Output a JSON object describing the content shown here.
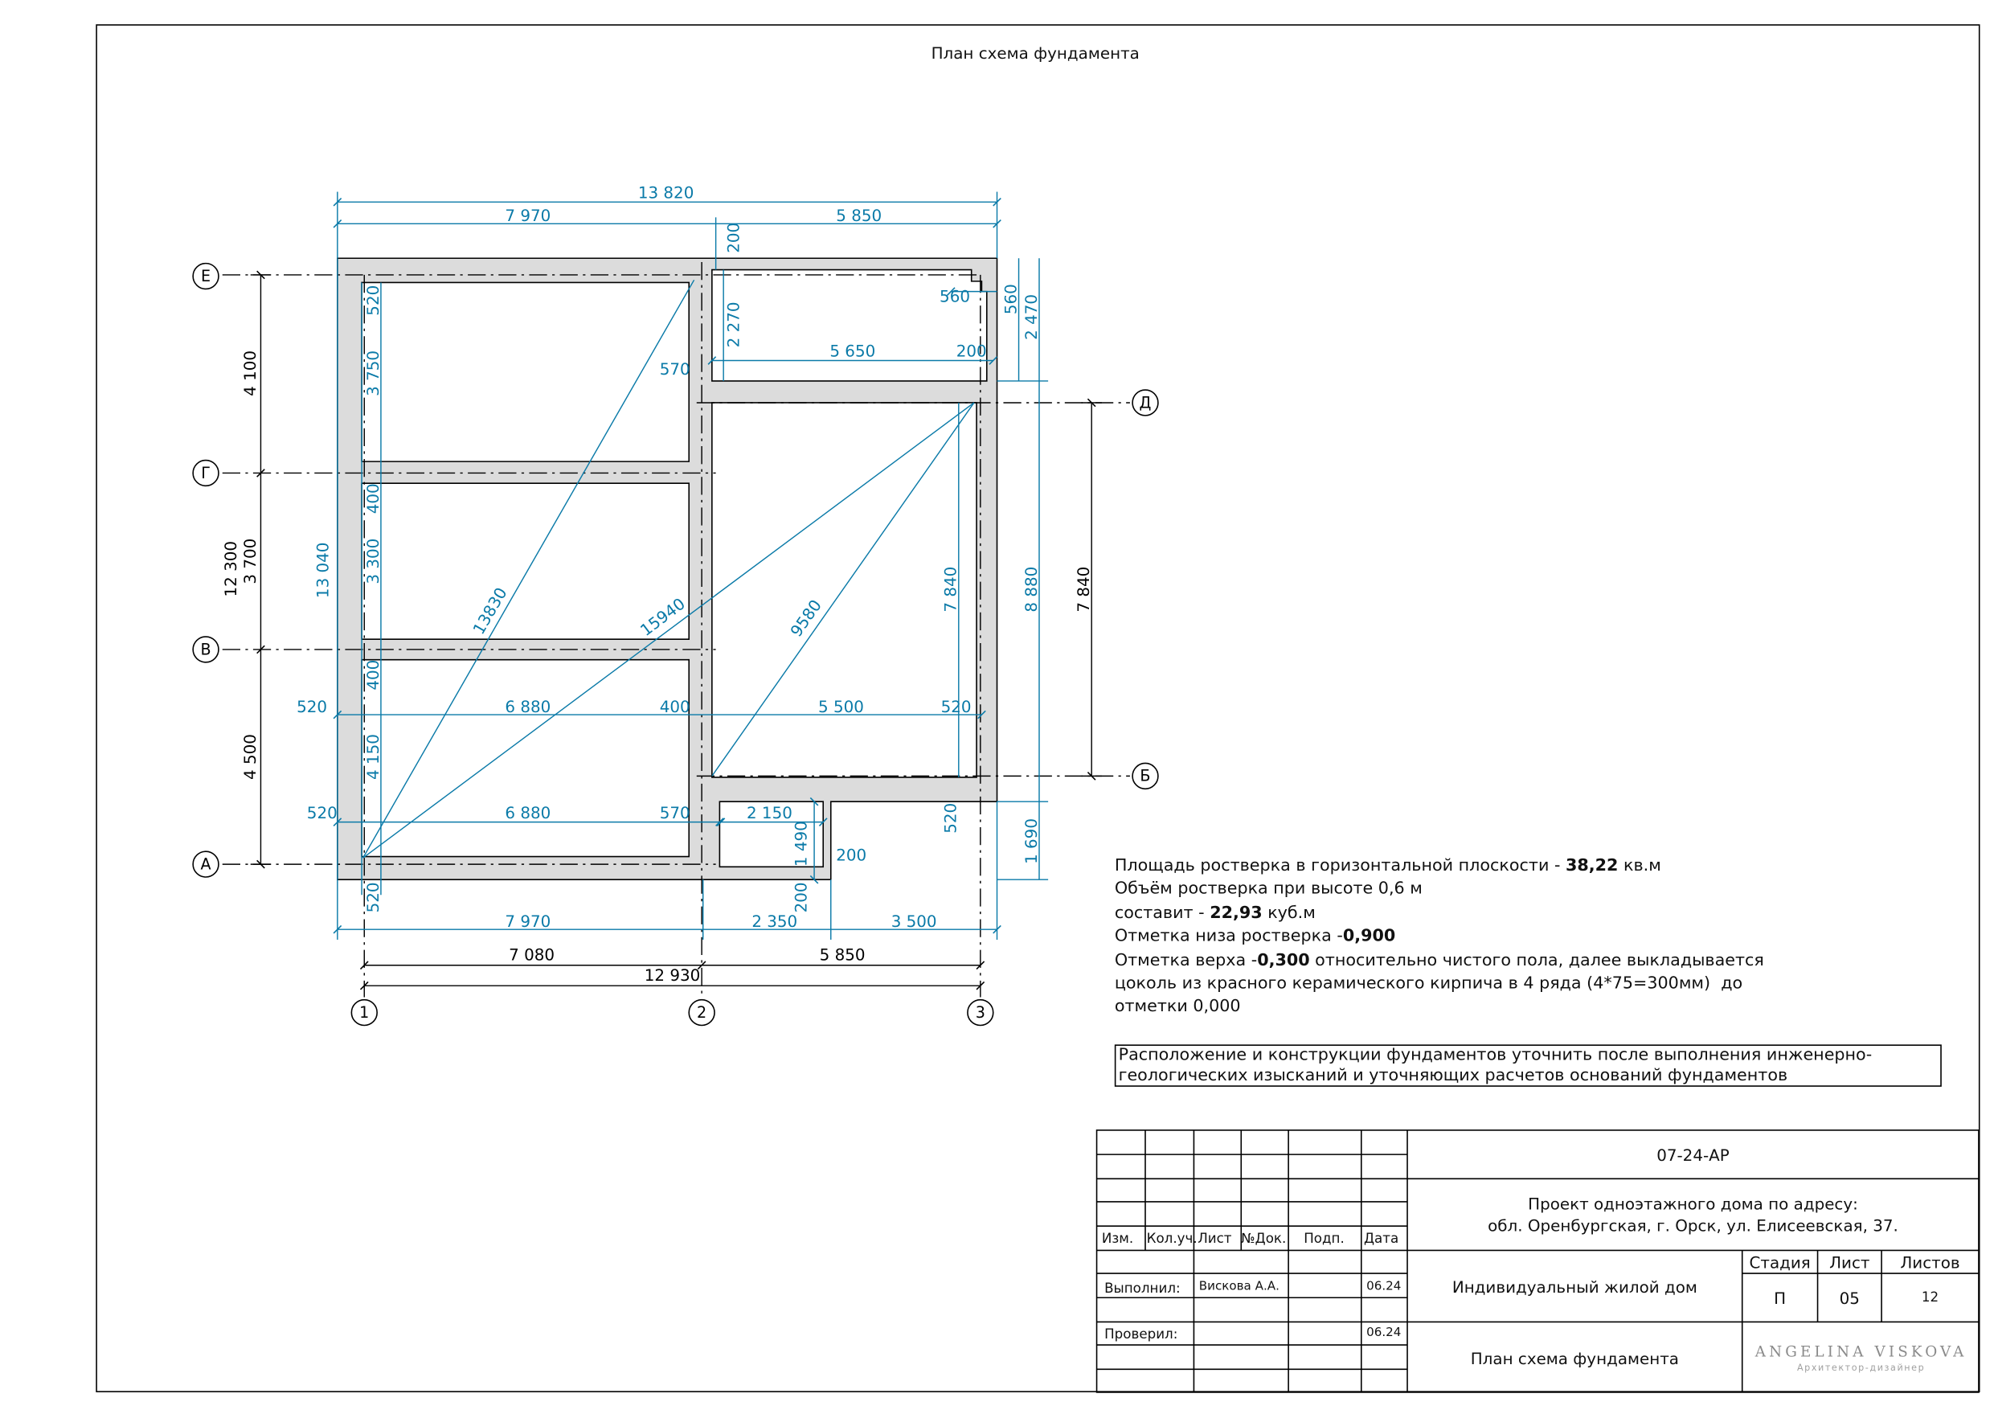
{
  "sheet_title": "План схема фундамента",
  "colors": {
    "dimension": "#0a7aa8",
    "wall_fill": "#dcdcdc",
    "line": "#000000"
  },
  "grid_axes": {
    "letters": [
      "Е",
      "Г",
      "В",
      "А",
      "Д",
      "Б"
    ],
    "numbers": [
      "1",
      "2",
      "3"
    ]
  },
  "dimensions": {
    "top_overall": "13 820",
    "top_left": "7 970",
    "top_right": "5 850",
    "bottom_1": "7 970",
    "bottom_2": "2 350",
    "bottom_3": "3 500",
    "axis_1_2": "7 080",
    "axis_2_3": "5 850",
    "axis_total": "12 930",
    "left_total": "12 300",
    "left_1": "4 100",
    "left_2": "3 700",
    "left_3": "4 500",
    "inner_height": "13 040",
    "room_h1": "3 750",
    "room_h2": "3 300",
    "room_h3": "4 150",
    "wall_520_a": "520",
    "wall_400_a": "400",
    "wall_400_b": "400",
    "wall_520_b": "520",
    "wall_520_left_a": "520",
    "wall_520_left_b": "520",
    "room_w1": "6 880",
    "room_w2": "6 880",
    "wall_400_c": "400",
    "wall_570_a": "570",
    "wall_570_b": "570",
    "room_w3": "5 500",
    "wall_520_c": "520",
    "wall_520_d": "520",
    "right_room_h": "7 840",
    "axis_db": "7 840",
    "right_total": "8 880",
    "right_top": "2 470",
    "right_bottom": "1 690",
    "top_room_h": "2 270",
    "top_room_w": "5 650",
    "wall_200_a": "200",
    "wall_200_b": "200",
    "wall_560_a": "560",
    "wall_560_b": "560",
    "small_room_w": "2 150",
    "small_room_h": "1 490",
    "wall_200_c": "200",
    "wall_200_d": "200",
    "diag_1": "13830",
    "diag_2": "15940",
    "diag_3": "9580"
  },
  "notes": {
    "line1_pre": "Площадь ростверка в горизонтальной плоскости - ",
    "line1_val": "38,22",
    "line1_post": " кв.м",
    "line2": "Объём ростверка при высоте 0,6 м",
    "line3_pre": "составит - ",
    "line3_val": "22,93",
    "line3_post": " куб.м",
    "line4_pre": "Отметка низа ростверка -",
    "line4_val": "0,900",
    "line5_pre": "Отметка верха -",
    "line5_val": "0,300",
    "line5_post": " относительно чистого пола, далее выкладывается",
    "line6": "цоколь из красного керамического кирпича в 4 ряда (4*75=300мм)  до",
    "line7": "отметки 0,000"
  },
  "remark": "Расположение и конструкции фундаментов уточнить после выполнения инженерно-геологических изысканий и уточняющих расчетов оснований фундаментов",
  "title_block": {
    "code": "07-24-АР",
    "project_line1": "Проект одноэтажного дома по адресу:",
    "project_line2": "обл. Оренбургская, г.  Орск, ул. Елисеевская, 37.",
    "headers": [
      "Изм.",
      "Кол.уч.",
      "Лист",
      "№Док.",
      "Подп.",
      "Дата"
    ],
    "performed_label": "Выполнил:",
    "performed_name": "Вискова А.А.",
    "performed_date": "06.24",
    "checked_label": "Проверил:",
    "checked_date": "06.24",
    "building": "Индивидуальный жилой дом",
    "sheet_name": "План схема фундамента",
    "stage_label": "Стадия",
    "sheet_label": "Лист",
    "sheets_label": "Листов",
    "stage_value": "П",
    "sheet_value": "05",
    "sheets_value": "12",
    "logo": "ANGELINA VISKOVA",
    "logo_sub": "Архитектор-дизайнер"
  }
}
